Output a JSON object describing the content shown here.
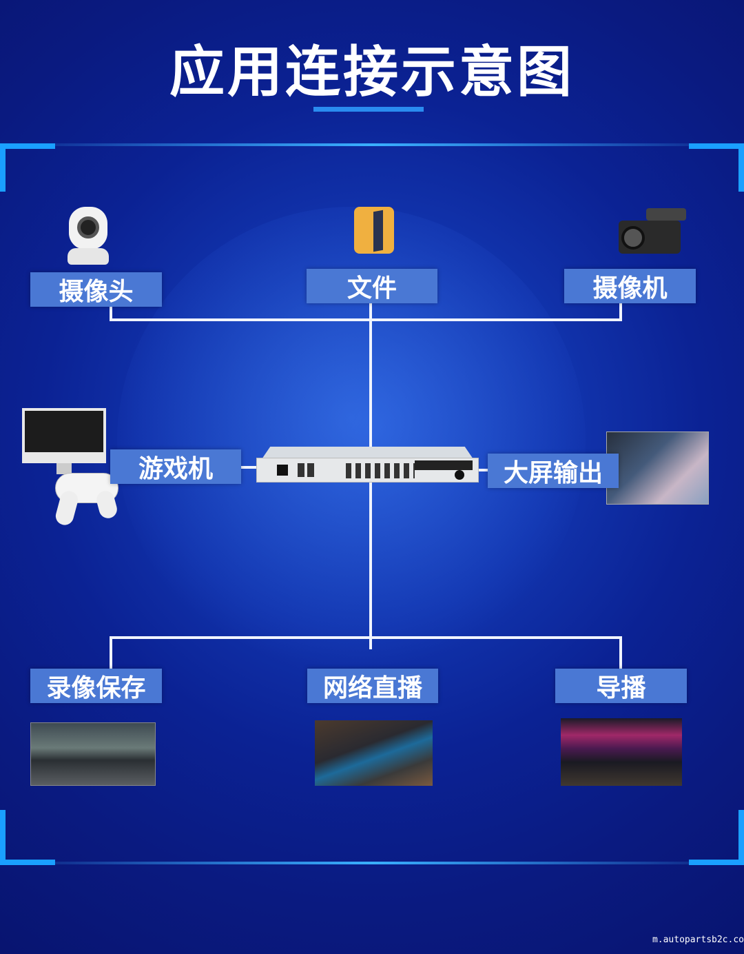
{
  "title": "应用连接示意图",
  "nodes": {
    "camera": "摄像头",
    "file": "文件",
    "camcorder": "摄像机",
    "game_console": "游戏机",
    "big_screen": "大屏输出",
    "record": "录像保存",
    "live_stream": "网络直播",
    "directing": "导播"
  },
  "center_device": "encoder-device",
  "watermark": "m.autopartsb2c.co",
  "colors": {
    "background": "#0a1a80",
    "label": "#4a78d4",
    "frame": "#1aa0ff",
    "line": "#f0f4ff"
  }
}
